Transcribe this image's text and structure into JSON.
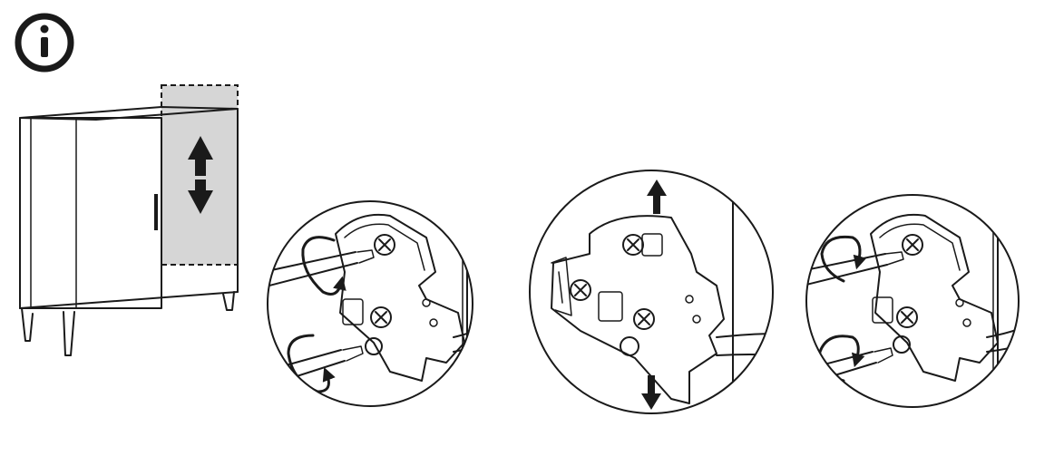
{
  "colors": {
    "ink": "#1a1a1a",
    "shade": "#d6d6d6",
    "background": "#ffffff"
  },
  "icons": {
    "info": "info-icon",
    "up_down": "up-down-arrow-icon",
    "rotate_ccw": "rotate-counterclockwise-arrow-icon",
    "rotate_cw": "rotate-clockwise-arrow-icon"
  },
  "steps": [
    {
      "id": "loosen",
      "rotation": "counterclockwise"
    },
    {
      "id": "adjust",
      "movement": "vertical"
    },
    {
      "id": "tighten",
      "rotation": "clockwise"
    }
  ]
}
